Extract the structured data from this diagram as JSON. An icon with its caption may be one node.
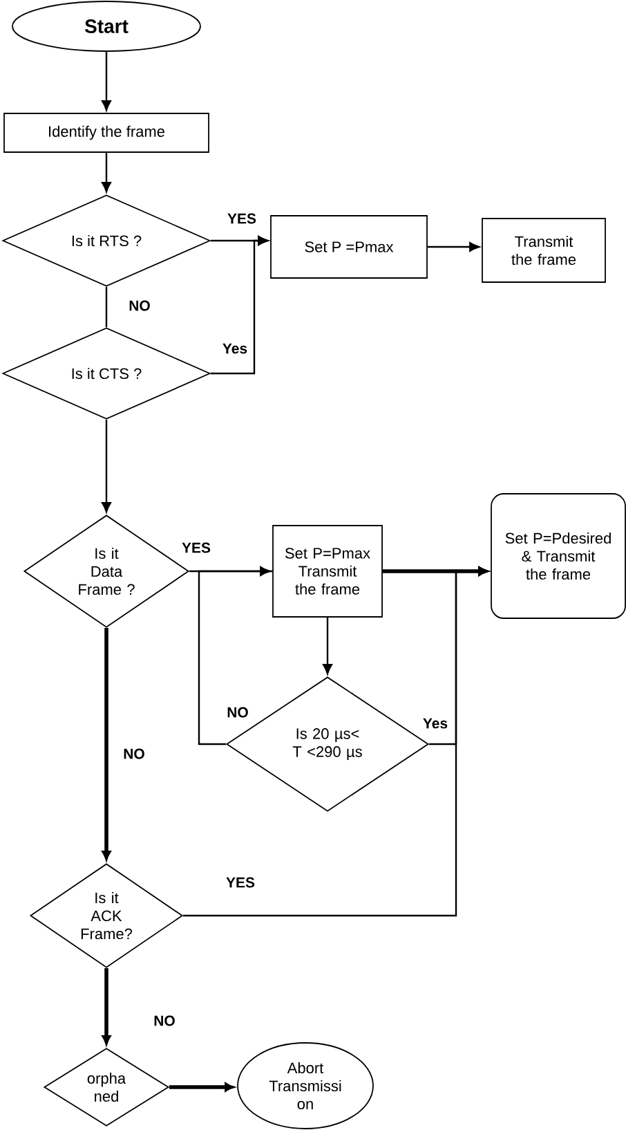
{
  "diagram": {
    "nodes": [
      {
        "text": [
          "Start"
        ]
      },
      {
        "text": [
          "Identify the frame"
        ]
      },
      {
        "text": [
          "Is it RTS ?"
        ]
      },
      {
        "text": [
          "Set P =Pmax"
        ]
      },
      {
        "text": [
          "Transmit the frame"
        ]
      },
      {
        "text": [
          "Is it CTS ?"
        ]
      },
      {
        "text": [
          "Is it Data Frame ?"
        ]
      },
      {
        "text": [
          "Set P=Pmax Transmit the frame"
        ]
      },
      {
        "text": [
          "Set P=Pdesired & Transmit the frame"
        ]
      },
      {
        "text": [
          "Is 20 µs< T <290 µs"
        ]
      },
      {
        "text": [
          "Is it ACK Frame?"
        ]
      },
      {
        "text": [
          "orpha ned"
        ]
      },
      {
        "text": [
          "Abort Transmissi on"
        ]
      }
    ],
    "edges": [
      {
        "from": 0,
        "to": 1,
        "arrow": "to"
      },
      {
        "from": 1,
        "to": 2,
        "arrow": "to"
      },
      {
        "from": 2,
        "to": 3,
        "arrow": "to",
        "label": "YES"
      },
      {
        "from": 3,
        "to": 4,
        "arrow": "to"
      },
      {
        "from": 2,
        "to": 5,
        "arrow": "none",
        "label": "NO"
      },
      {
        "from": 5,
        "to": 3,
        "arrow": "to",
        "label": "Yes"
      },
      {
        "from": 5,
        "to": 6,
        "arrow": "to"
      },
      {
        "from": 6,
        "to": 7,
        "arrow": "to",
        "label": "YES"
      },
      {
        "from": 7,
        "to": 8,
        "arrow": "to",
        "style": "thick"
      },
      {
        "from": 7,
        "to": 9,
        "arrow": "to"
      },
      {
        "from": 9,
        "to": 7,
        "arrow": "none",
        "label": "NO"
      },
      {
        "from": 9,
        "to": 8,
        "arrow": "to",
        "label": "Yes"
      },
      {
        "from": 6,
        "to": 10,
        "arrow": "to",
        "label": "NO",
        "style": "thick"
      },
      {
        "from": 10,
        "to": 8,
        "arrow": "to",
        "label": "YES"
      },
      {
        "from": 10,
        "to": 11,
        "arrow": "to",
        "label": "NO",
        "style": "thick"
      },
      {
        "from": 11,
        "to": 12,
        "arrow": "to",
        "style": "thick"
      }
    ]
  }
}
